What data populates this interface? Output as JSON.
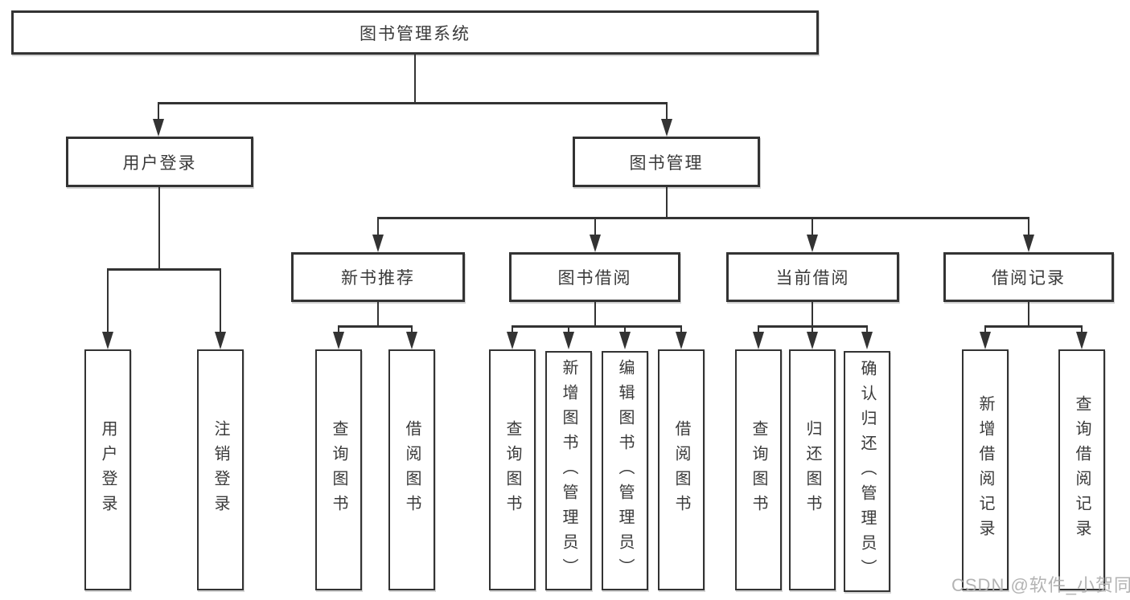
{
  "colors": {
    "line": "#333333",
    "box_border": "#333333",
    "box_background": "#ffffff",
    "text": "#3a3a3a",
    "watermark_text": "#afafaf",
    "page_background": "#ffffff"
  },
  "tree": {
    "root": {
      "label": "图书管理系统"
    },
    "level2": [
      {
        "label": "用户登录",
        "parent": "图书管理系统"
      },
      {
        "label": "图书管理",
        "parent": "图书管理系统"
      }
    ],
    "level3": [
      {
        "label": "新书推荐",
        "parent": "图书管理"
      },
      {
        "label": "图书借阅",
        "parent": "图书管理"
      },
      {
        "label": "当前借阅",
        "parent": "图书管理"
      },
      {
        "label": "借阅记录",
        "parent": "图书管理"
      }
    ],
    "leaves": [
      {
        "label": "用户登录",
        "parent": "用户登录"
      },
      {
        "label": "注销登录",
        "parent": "用户登录"
      },
      {
        "label": "查询图书",
        "parent": "新书推荐"
      },
      {
        "label": "借阅图书",
        "parent": "新书推荐"
      },
      {
        "label": "查询图书",
        "parent": "图书借阅"
      },
      {
        "label": "新增图书（管理员）",
        "parent": "图书借阅"
      },
      {
        "label": "编辑图书（管理员）",
        "parent": "图书借阅"
      },
      {
        "label": "借阅图书",
        "parent": "图书借阅"
      },
      {
        "label": "查询图书",
        "parent": "当前借阅"
      },
      {
        "label": "归还图书",
        "parent": "当前借阅"
      },
      {
        "label": "确认归还（管理员）",
        "parent": "当前借阅"
      },
      {
        "label": "新增借阅记录",
        "parent": "借阅记录"
      },
      {
        "label": "查询借阅记录",
        "parent": "借阅记录"
      }
    ]
  },
  "watermark": {
    "text": "CSDN @软件_小贺同学"
  }
}
